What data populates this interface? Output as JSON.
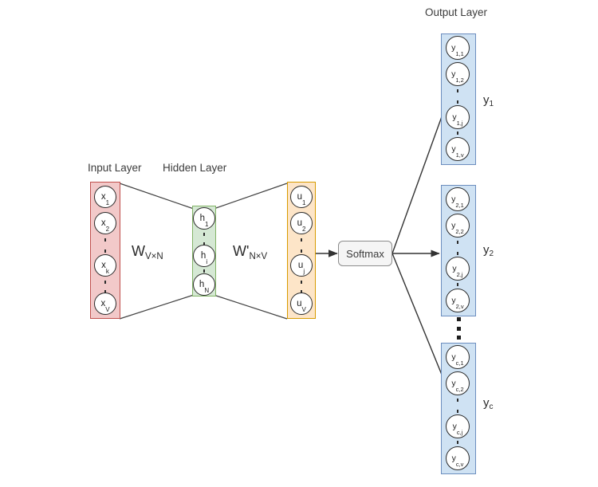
{
  "diagram": {
    "title_output": "Output Layer",
    "label_input": "Input Layer",
    "label_hidden": "Hidden Layer",
    "softmax_label": "Softmax",
    "weights": [
      {
        "base": "W",
        "sub": "V×N"
      },
      {
        "base": "W'",
        "sub": "N×V"
      }
    ],
    "colors": {
      "input_fill": "#f2c9c9",
      "input_stroke": "#c0504d",
      "hidden_fill": "#d5e8d4",
      "hidden_stroke": "#82b366",
      "context_fill": "#fde5c8",
      "context_stroke": "#d79b00",
      "output_fill": "#cfe2f3",
      "output_stroke": "#6c8ebf",
      "node_stroke": "#2b2b2b",
      "line": "#444444",
      "softmax_fill": "#f5f5f5",
      "softmax_stroke": "#8c8c8c",
      "text": "#3b3b3b"
    },
    "input_layer": {
      "nodes": [
        {
          "base": "x",
          "sub": "1"
        },
        {
          "base": "x",
          "sub": "2"
        },
        {
          "base": "x",
          "sub": "k"
        },
        {
          "base": "x",
          "sub": "V"
        }
      ]
    },
    "hidden_layer": {
      "nodes": [
        {
          "base": "h",
          "sub": "1"
        },
        {
          "base": "h",
          "sub": "i"
        },
        {
          "base": "h",
          "sub": "N"
        }
      ]
    },
    "context_layer": {
      "nodes": [
        {
          "base": "u",
          "sub": "1"
        },
        {
          "base": "u",
          "sub": "2"
        },
        {
          "base": "u",
          "sub": "j"
        },
        {
          "base": "u",
          "sub": "V"
        }
      ]
    },
    "output_groups": [
      {
        "group_label": {
          "base": "y",
          "sub": "1"
        },
        "nodes": [
          {
            "base": "y",
            "sub": "1,1"
          },
          {
            "base": "y",
            "sub": "1,2"
          },
          {
            "base": "y",
            "sub": "1,j"
          },
          {
            "base": "y",
            "sub": "1,v"
          }
        ]
      },
      {
        "group_label": {
          "base": "y",
          "sub": "2"
        },
        "nodes": [
          {
            "base": "y",
            "sub": "2,1"
          },
          {
            "base": "y",
            "sub": "2,2"
          },
          {
            "base": "y",
            "sub": "2,j"
          },
          {
            "base": "y",
            "sub": "2,v"
          }
        ]
      },
      {
        "group_label": {
          "base": "y",
          "sub": "c"
        },
        "nodes": [
          {
            "base": "y",
            "sub": "c,1"
          },
          {
            "base": "y",
            "sub": "c,2"
          },
          {
            "base": "y",
            "sub": "c,j"
          },
          {
            "base": "y",
            "sub": "c,v"
          }
        ]
      }
    ]
  }
}
